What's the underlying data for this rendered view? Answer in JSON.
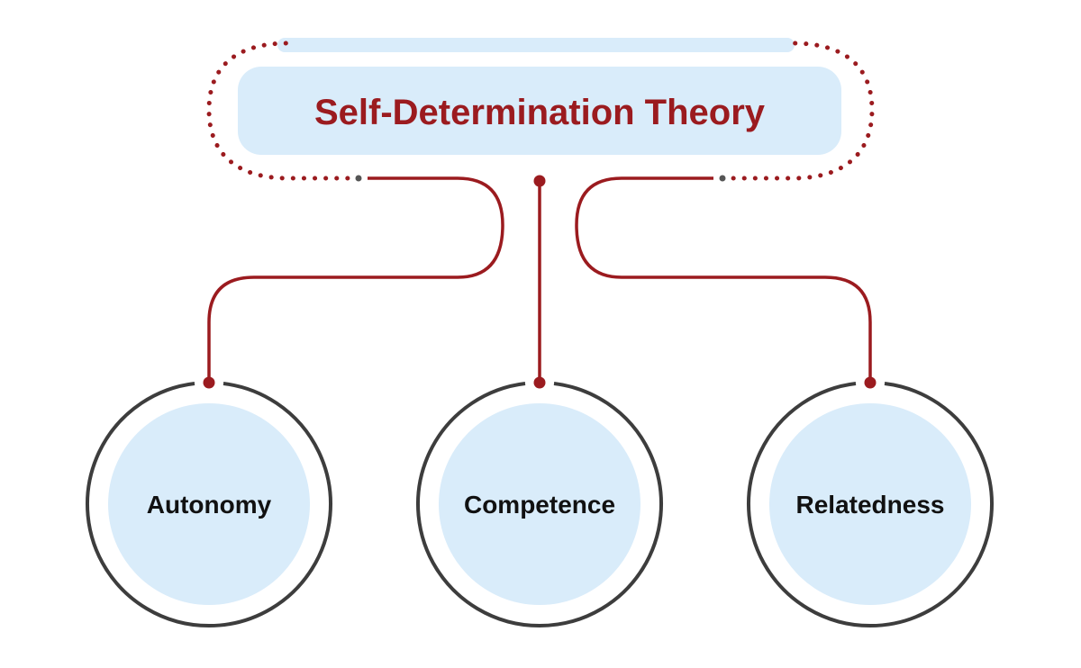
{
  "colors": {
    "accent": "#9b1b1f",
    "fill": "#d9ecfa",
    "ring": "#3d3d3d",
    "text": "#111111",
    "dot_gray": "#555555"
  },
  "title": {
    "text": "Self-Determination Theory"
  },
  "nodes": [
    {
      "label": "Autonomy"
    },
    {
      "label": "Competence"
    },
    {
      "label": "Relatedness"
    }
  ]
}
